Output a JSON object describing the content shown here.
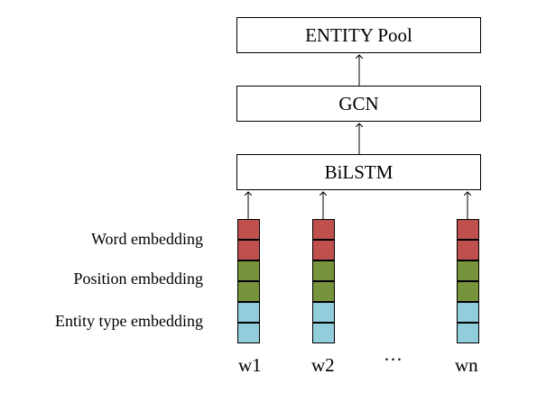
{
  "layers": {
    "entity_pool": "ENTITY Pool",
    "gcn": "GCN",
    "bilstm": "BiLSTM"
  },
  "embeddings": {
    "word": "Word embedding",
    "position": "Position embedding",
    "entity_type": "Entity type embedding"
  },
  "tokens": [
    "w1",
    "w2",
    "···",
    "wn"
  ],
  "colors": {
    "word": "#c0504d",
    "position": "#77933c",
    "entity_type": "#92cddc"
  }
}
